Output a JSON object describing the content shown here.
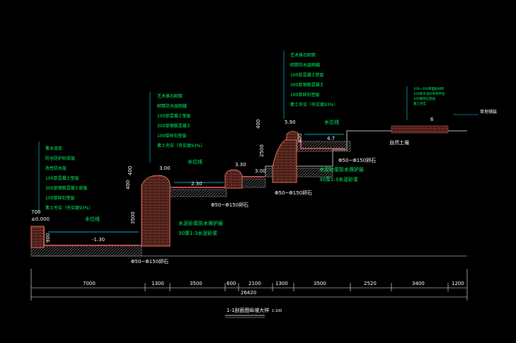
{
  "drawing": {
    "title": "1-1剖面图纵坡大样",
    "scale": "1:100",
    "total_dimension": "26420",
    "dimensions": [
      "7000",
      "1300",
      "3500",
      "600",
      "2100",
      "1300",
      "3500",
      "2520",
      "3400",
      "1200"
    ],
    "elevations": {
      "left_pool_top": "±0.000",
      "left_pool_water": "-1.30",
      "left_wall": "700",
      "left_wall_depth": "900",
      "step1_top": "3.00",
      "step1_mid": "2.30",
      "step2_top": "3.30",
      "step2_low": "3.00",
      "upper_pool_top": "5.90",
      "upper_pool_water": "4.7",
      "upper_pool_right": "400",
      "rear_grade": "6",
      "height_400a": "400",
      "height_400b": "400",
      "height_400c": "400",
      "height_3500": "3500",
      "height_2500": "2500"
    },
    "labels": {
      "water_line": "水位线",
      "water_line2": "水位线",
      "water_line3": "水位线",
      "pebble_left": "Φ50~Φ150卵石",
      "pebble_mid": "Φ50~Φ150卵石",
      "pebble_mid2": "Φ50~Φ150卵石",
      "pebble_right": "Φ50~Φ150卵石",
      "mortar_wall_1": "水泥砂浆防水保护层",
      "mortar_wall_2": "30厚1:3水泥砂浆",
      "mortar_right_1": "水泥砂浆防水保护层",
      "mortar_right_2": "30厚1:3水泥砂浆",
      "natural_soil": "自然土壤",
      "rear_label": "草地铺装"
    },
    "notes_left": [
      "素水泥浆",
      "防水防护砂浆层",
      "改性防水层",
      "100厚混凝土垫层",
      "300厚钢筋混凝土底板",
      "100厚碎石垫层",
      "素土夯实（夯实度93%）"
    ],
    "notes_mid": [
      "艺术景石砌筑",
      "砌筑防水层砌缝",
      "100厚混凝土垫层",
      "300厚钢筋混凝土",
      "100厚碎石垫层",
      "素土夯实（夯实度93%）"
    ],
    "notes_upper": [
      "艺术景石砌筑",
      "砌筑防水层砌缝",
      "100厚混凝土垫层",
      "300厚钢筋混凝土",
      "100厚碎石垫层",
      "素土夯实（夯实度93%）"
    ],
    "notes_right": [
      "100~200厚面层材料",
      "100厚水泥砂浆找平层",
      "100厚碎石垫层",
      "素土夯实"
    ],
    "colors": {
      "background": "#000000",
      "note_text": "#00ff66",
      "dimension": "#ffffff",
      "leader": "#00e5ff",
      "hatch": "#c0504d",
      "rock": "#e8735a"
    }
  }
}
